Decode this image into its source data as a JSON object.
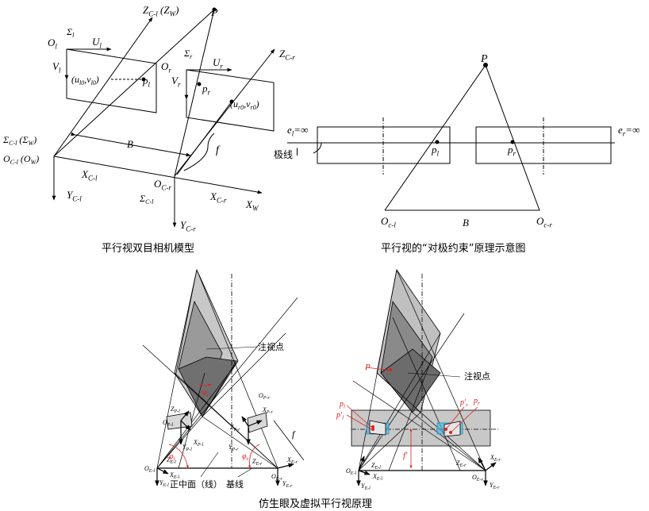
{
  "captions": {
    "top_left": "平行视双目相机模型",
    "top_right": "平行视的“对极约束”原理示意图",
    "bottom": "仿生眼及虚拟平行视原理"
  },
  "colors": {
    "accent_red": "#e02020",
    "projection_blue": "#4fb8e0",
    "gray_dark": "#707070",
    "gray_light": "#c8c8c8"
  },
  "labels": {
    "zcl": {
      "t": "Z",
      "s": "C-l",
      "r": " (Z",
      "r2": "W",
      "r3": ")"
    },
    "P1": {
      "t": "P"
    },
    "Ol": {
      "t": "O",
      "s": "l"
    },
    "Sl": {
      "t": "Σ",
      "s": "l"
    },
    "Ul": {
      "t": "U",
      "s": "l"
    },
    "Vl": {
      "t": "V",
      "s": "l"
    },
    "ul0": {
      "t": "(u",
      "s": "l0",
      "r": ",v",
      "r2": "l0",
      "r3": ")"
    },
    "pl": {
      "t": "p",
      "s": "l"
    },
    "Or": {
      "t": "O",
      "s": "r"
    },
    "Sr": {
      "t": "Σ",
      "s": "r"
    },
    "Ur": {
      "t": "U",
      "s": "r"
    },
    "Vr": {
      "t": "V",
      "s": "r"
    },
    "pr": {
      "t": "p",
      "s": "r"
    },
    "ur0": {
      "t": "(u",
      "s": "r0",
      "r": ",v",
      "r2": "r0",
      "r3": ")"
    },
    "zcr": {
      "t": "Z",
      "s": "C-r"
    },
    "scl": {
      "t": "Σ",
      "s": "C-l",
      "r": " (Σ",
      "r2": "W",
      "r3": ")"
    },
    "ocl": {
      "t": "O",
      "s": "C-l",
      "r": " (O",
      "r2": "W",
      "r3": ")"
    },
    "B1": {
      "t": "B"
    },
    "f1": {
      "t": "f"
    },
    "xcl": {
      "t": "X",
      "s": "C-l"
    },
    "ycl": {
      "t": "Y",
      "s": "C-l"
    },
    "ocr": {
      "t": "O",
      "s": "C-r"
    },
    "scl2": {
      "t": "Σ",
      "s": "C-l"
    },
    "xcr": {
      "t": "X",
      "s": "C-r"
    },
    "xw": {
      "t": "X",
      "s": "W"
    },
    "ycr": {
      "t": "Y",
      "s": "C-r"
    },
    "P2": {
      "t": "P"
    },
    "el": {
      "t": "e",
      "s": "l",
      "r": "=∞"
    },
    "er": {
      "t": "e",
      "s": "r",
      "r": "=∞"
    },
    "epi": {
      "t": "极线 ",
      "r": "l"
    },
    "pl2": {
      "t": "p",
      "s": "l"
    },
    "pr2": {
      "t": "p",
      "s": "r"
    },
    "ocl2": {
      "t": "O",
      "s": "c-l"
    },
    "ocr2": {
      "t": "O",
      "s": "c-r"
    },
    "B2": {
      "t": "B"
    },
    "gaze1": {
      "t": "注视点"
    },
    "phiv": {
      "t": "φ",
      "s": "v"
    },
    "zpl": {
      "t": "Z",
      "s": "P-l"
    },
    "opl": {
      "t": "O",
      "s": "P-l"
    },
    "xpl": {
      "t": "X",
      "s": "P-l"
    },
    "ypl": {
      "t": "Y",
      "s": "P-l"
    },
    "opr": {
      "t": "O",
      "s": "P-r"
    },
    "xpr": {
      "t": "X",
      "s": "P-r"
    },
    "zpr": {
      "t": "Z",
      "s": "P-r"
    },
    "ypr": {
      "t": "Y",
      "s": "P-r"
    },
    "f3": {
      "t": "f"
    },
    "phil": {
      "t": "φ",
      "s": "l"
    },
    "phir": {
      "t": "φ",
      "s": "r"
    },
    "oel": {
      "t": "O",
      "s": "E-l"
    },
    "zel": {
      "t": "Z",
      "s": "E-l"
    },
    "xel": {
      "t": "X",
      "s": "E-l"
    },
    "yel": {
      "t": "Y",
      "s": "E-l"
    },
    "oer": {
      "t": "O",
      "s": "E-r"
    },
    "zer": {
      "t": "Z",
      "s": "E-r"
    },
    "xer": {
      "t": "X",
      "s": "E-r"
    },
    "yer": {
      "t": "Y",
      "s": "E-r"
    },
    "midplane": {
      "t": "正中面（线）"
    },
    "baseline": {
      "t": "基线"
    },
    "P3": {
      "t": "P"
    },
    "gaze2": {
      "t": "注视点"
    },
    "pl3": {
      "t": "p",
      "s": "l"
    },
    "pl3p": {
      "t": "p'",
      "s": "l"
    },
    "pr3p": {
      "t": "p'",
      "s": "r"
    },
    "pr3": {
      "t": "p",
      "s": "r"
    },
    "fp": {
      "t": "f'"
    },
    "oel2": {
      "t": "O",
      "s": "E-l"
    },
    "zel2": {
      "t": "Z",
      "s": "E-l"
    },
    "xel2": {
      "t": "X",
      "s": "E-l"
    },
    "yel2": {
      "t": "Y",
      "s": "E-l"
    },
    "oer2": {
      "t": "O",
      "s": "E-r"
    },
    "zer2": {
      "t": "Z",
      "s": "E-r"
    },
    "xer2": {
      "t": "X",
      "s": "E-r"
    },
    "yer2": {
      "t": "Y",
      "s": "E-r"
    }
  }
}
